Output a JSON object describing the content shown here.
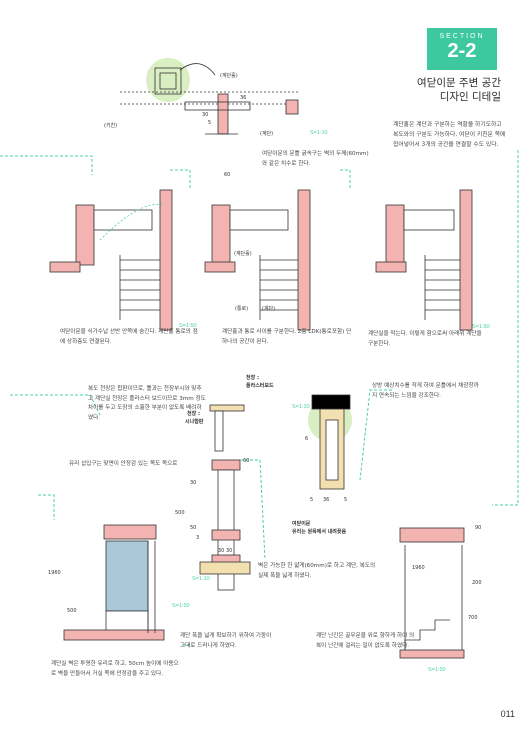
{
  "section": {
    "label": "SECTION",
    "number": "2-2"
  },
  "title": {
    "line1": "여닫이문 주변 공간",
    "line2": "디자인 디테일"
  },
  "intro": "계단홀은 계단과 구분하는 역할을 하기도하고 복도와의 구분도 가능하다. 여닫이 키친문 쪽에 접어넣어서 3개의 공간을 연결할 수도 있다.",
  "notes": {
    "n1": "여닫이문의 문틀 굵속구는 벽의 두께(60mm)와 같은 치수로 한다.",
    "n2": "여닫이문을 식가수납 선반 안쪽에 숨긴다. 계단홀 통로의 점에 상하층도 연결된다.",
    "n3": "계단홀과 통로 사이를 구분한다. 2층 LDK(통로포함) 단 하나의 공간이 된다.",
    "n4": "계단실을 막는다. 이렇게 함으로써 아래위 계단을 구분한다.",
    "n5": "복도 천장은 합판이므로, 틀과는 천장부시와 맞추고 계단실 천장은 플라스터 보드이므로 3mm 정도 차이를 두고 도장의 소홀한 부분이 없도록 배려하였다.",
    "n6": "상방 예상치수를 작게 하여 문틀에서 채광창까지 연속되는 느낌을 강조한다.",
    "n7": "유리 삽입구는 맞면이 안정감 있는 목도 목으로",
    "n8": "벽은 가능한 한 얇게(60mm)로 하고 계단, 복도의 실제 폭을 넓게 하였다.",
    "n9": "계단 폭을 넓게 확보하기 위하여 기둥이 그대로 드러나게 하였다.",
    "n10": "계단실 벽은 투명한 유리로 하고, 50cm 높이에 아용으로 벽을 만들어서 거실 쪽에 안정감을 주고 있다.",
    "n11": "계단 난간은 골무문을 위로 향하게 하여 의복이 난간에 걸리는 일이 없도록 하였다."
  },
  "labels": {
    "kitchen": "(키친)",
    "stair_hall": "(계단홀)",
    "stair": "(계단)",
    "stair_hall2": "(계단홀)",
    "corridor": "(통로)",
    "stair2": "(계단)",
    "ceiling1": "천장 :",
    "ceiling1b": "플라스터보드",
    "ceiling2": "천장 :",
    "ceiling2b": "시나합판",
    "door_caption1": "여닫이문",
    "door_caption2": "유리는 원목에서 내려꽂음"
  },
  "dims": {
    "d60a": "60",
    "d36": "36",
    "d30": "30",
    "d5": "5",
    "d60b": "60",
    "d30b": "30",
    "d500": "500",
    "d50": "50",
    "d3": "3",
    "d3030": "30 30",
    "d1960a": "1960",
    "d500b": "500",
    "d5a": "5",
    "d36b": "36",
    "d5b": "5",
    "d6": "6",
    "d1960b": "1960",
    "d200": "200",
    "d700": "700",
    "d90": "90"
  },
  "scales": {
    "s1": "S=1:10",
    "s2": "S=1:50",
    "s3": "S=1:10",
    "s4": "S=1:50",
    "s5": "S=1:10",
    "s6": "S=1:50",
    "s7": "S=1:50"
  },
  "page_number": "011",
  "colors": {
    "accent": "#3ec8a0",
    "wall": "#f3b3b0",
    "floor": "#d9eec2"
  }
}
